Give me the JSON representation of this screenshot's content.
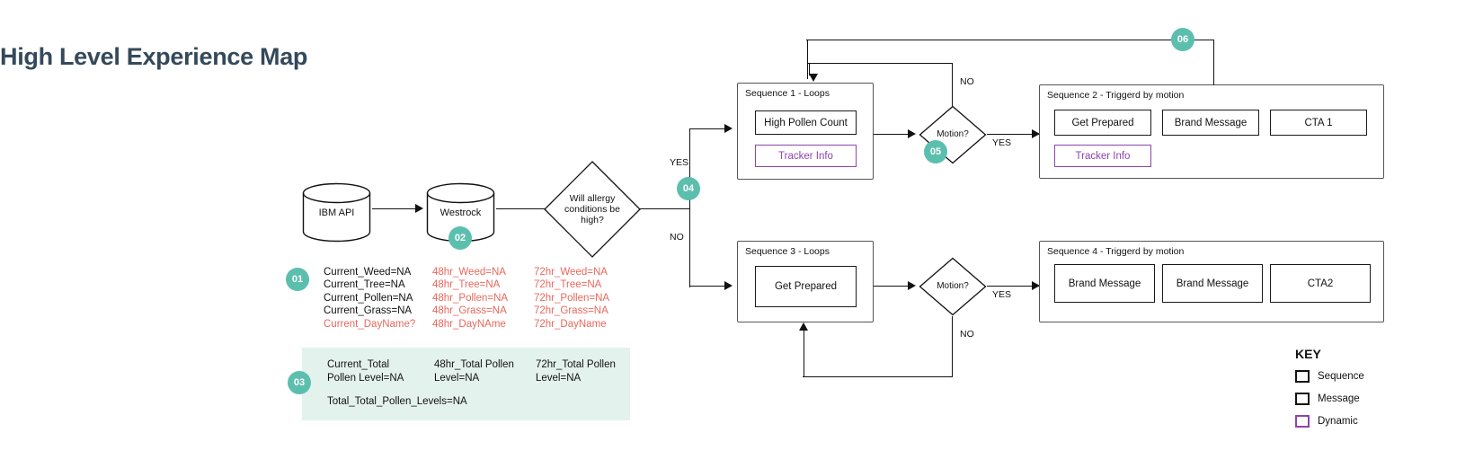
{
  "page": {
    "title": "High Level Experience Map",
    "accent_teal": "#5cbfae",
    "accent_red": "#e8685d",
    "accent_purple": "#8e44ad",
    "title_color": "#34495a",
    "panel_bg": "#e4f2ee"
  },
  "nodes": {
    "db1": "IBM API",
    "db2": "Westrock",
    "decision": "Will allergy conditions be high?",
    "decision_line1": "Will allergy",
    "decision_line2": "conditions be",
    "decision_line3": "high?",
    "motion1": "Motion?",
    "motion2": "Motion?"
  },
  "edges": {
    "yes_top": "YES",
    "no_bottom": "NO",
    "no_seq1": "NO",
    "yes_seq1": "YES",
    "yes_seq3": "YES",
    "no_seq3": "NO"
  },
  "sequences": [
    {
      "id": "sequence-1",
      "title": "Sequence 1 - Loops",
      "items": [
        {
          "label": "High Pollen Count",
          "kind": "message"
        },
        {
          "label": "Tracker Info",
          "kind": "dynamic"
        }
      ]
    },
    {
      "id": "sequence-2",
      "title": "Sequence 2 - Triggerd by motion",
      "items": [
        {
          "label": "Get Prepared",
          "kind": "message"
        },
        {
          "label": "Brand Message",
          "kind": "message"
        },
        {
          "label": "CTA 1",
          "kind": "message"
        },
        {
          "label": "Tracker Info",
          "kind": "dynamic"
        }
      ]
    },
    {
      "id": "sequence-3",
      "title": "Sequence 3 - Loops",
      "items": [
        {
          "label": "Get Prepared",
          "kind": "message"
        }
      ]
    },
    {
      "id": "sequence-4",
      "title": "Sequence 4 - Triggerd by motion",
      "items": [
        {
          "label": "Brand Message",
          "kind": "message"
        },
        {
          "label": "Brand Message",
          "kind": "message"
        },
        {
          "label": "CTA2",
          "kind": "message"
        }
      ]
    }
  ],
  "data_fields": {
    "current": {
      "line1": "Current_Weed=NA",
      "line2": "Current_Tree=NA",
      "line3": "Current_Pollen=NA",
      "line4": "Current_Grass=NA",
      "line5": "Current_DayName?"
    },
    "hr48": {
      "line1": "48hr_Weed=NA",
      "line2": "48hr_Tree=NA",
      "line3": "48hr_Pollen=NA",
      "line4": "48hr_Grass=NA",
      "line5": "48hr_DayNAme"
    },
    "hr72": {
      "line1": "72hr_Weed=NA",
      "line2": "72hr_Tree=NA",
      "line3": "72hr_Pollen=NA",
      "line4": "72hr_Grass=NA",
      "line5": "72hr_DayName"
    }
  },
  "totals": {
    "current_line1": "Current_Total",
    "current_line2": "Pollen Level=NA",
    "hr48_line1": "48hr_Total Pollen",
    "hr48_line2": "Level=NA",
    "hr72_line1": "72hr_Total Pollen",
    "hr72_line2": "Level=NA",
    "all": "Total_Total_Pollen_Levels=NA"
  },
  "badges": {
    "b01": "01",
    "b02": "02",
    "b03": "03",
    "b04": "04",
    "b05": "05",
    "b06": "06"
  },
  "key": {
    "title": "KEY",
    "items": [
      {
        "label": "Sequence",
        "color": "#111111"
      },
      {
        "label": "Message",
        "color": "#111111"
      },
      {
        "label": "Dynamic",
        "color": "#8e44ad"
      }
    ]
  }
}
